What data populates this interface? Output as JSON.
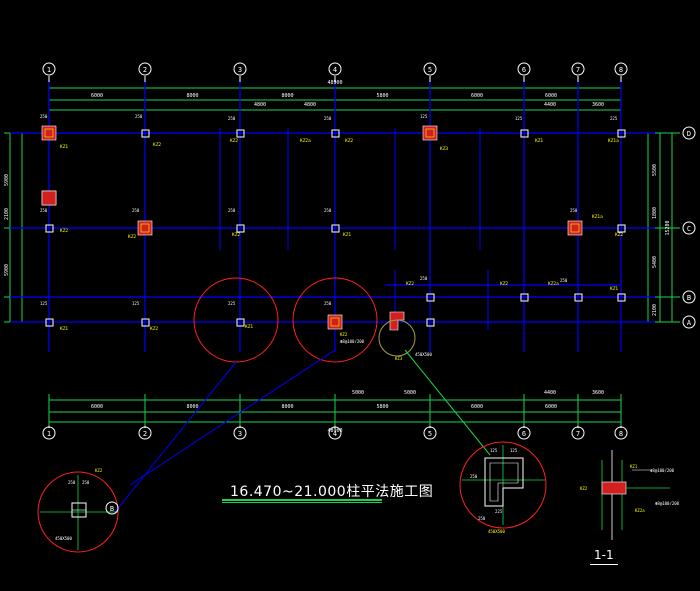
{
  "drawing_title": "16.470~21.000柱平法施工图",
  "section_label": "1-1",
  "axes_x": [
    "1",
    "2",
    "3",
    "4",
    "5",
    "6",
    "7",
    "8"
  ],
  "axes_y": [
    "D",
    "C",
    "B",
    "A"
  ],
  "dims_top_total": "48900",
  "dims_top_spans": [
    "6000",
    "8000",
    "8000",
    "5800",
    "6000",
    "6000"
  ],
  "dims_top_sub": [
    "4800",
    "4800",
    "4400",
    "3600"
  ],
  "dims_bottom_total": "48900",
  "dims_bottom_spans": [
    "6000",
    "8000",
    "8000",
    "5800",
    "6000",
    "6000"
  ],
  "dims_bottom_sub": [
    "5000",
    "5000",
    "4400",
    "3600"
  ],
  "dims_left": [
    "5900",
    "2100",
    "5900"
  ],
  "dims_right": [
    "5500",
    "1800",
    "5400",
    "2100"
  ],
  "dims_right_total": "15200",
  "column_tags": [
    "KZ1",
    "KZ2",
    "KZ2",
    "KZ2a",
    "KZ2",
    "KZ3",
    "KZ1",
    "KZ1a",
    "KZ2",
    "KZ2",
    "KZ2",
    "KZ1",
    "KZ1a",
    "KZ2",
    "KZ2",
    "KZ2",
    "KZ2a",
    "KZ1",
    "KZ1",
    "KZ2",
    "KZ1"
  ],
  "detail_labels": [
    "450X500",
    "Φ8@100/200",
    "450X500",
    "Φ8@100/200"
  ],
  "detail_small": [
    "250",
    "250",
    "250",
    "250",
    "125",
    "125",
    "225",
    "250"
  ],
  "colors": {
    "background": "#000000",
    "axis": "#0000ff",
    "grid": "#17d64a",
    "highlight": "#ff2020",
    "text": "#ffffff",
    "tag": "#ffff00",
    "accent": "#00ffff"
  }
}
